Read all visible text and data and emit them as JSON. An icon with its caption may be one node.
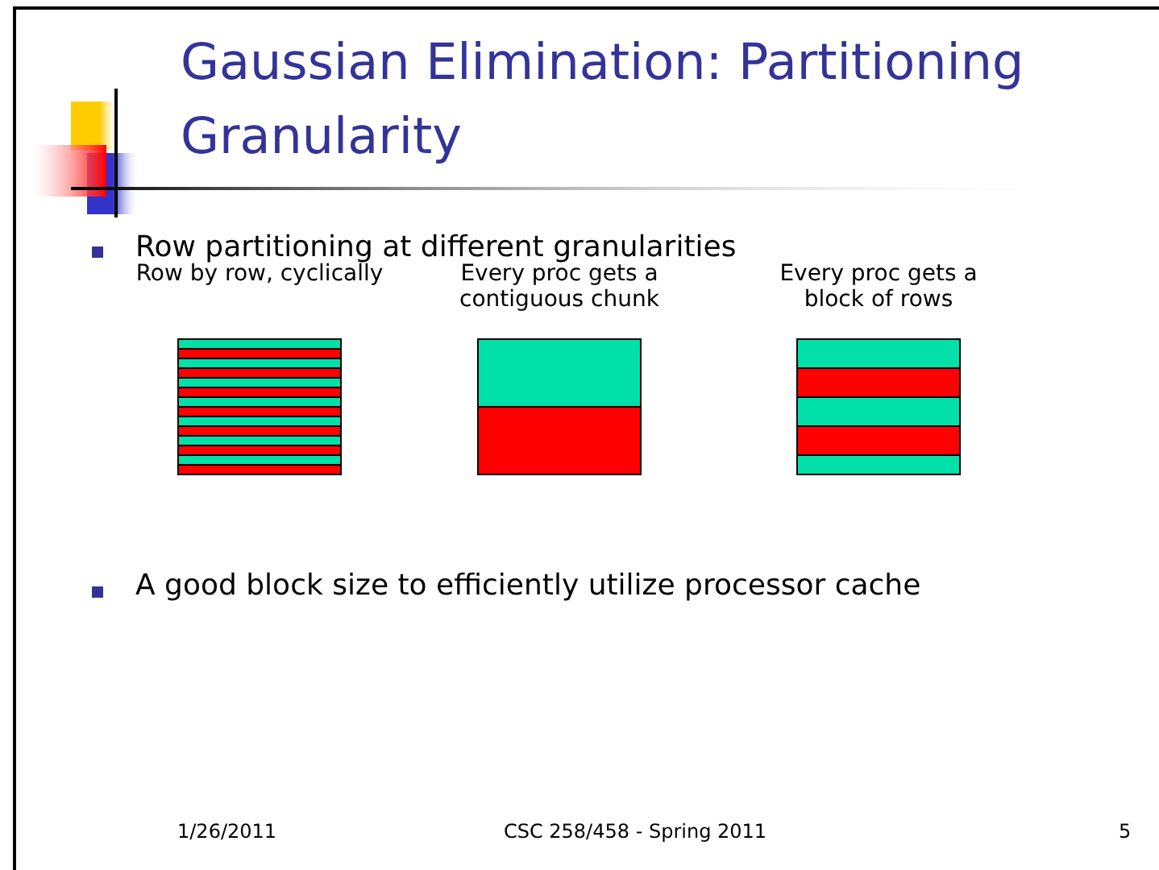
{
  "diagram": {
    "title": "Gaussian Elimination: Partitioning Granularity",
    "nodes": [
      {
        "text": [
          "Row by row, cyclically"
        ]
      },
      {
        "text": [
          "Every proc gets a contiguous chunk"
        ]
      },
      {
        "text": [
          "Every proc gets a block of rows"
        ]
      }
    ],
    "labels": [
      "Row partitioning at different granularities",
      "A good block size to efficiently utilize processor cache",
      "1/26/2011",
      "CSC 258/458 - Spring 2011",
      "5"
    ]
  }
}
